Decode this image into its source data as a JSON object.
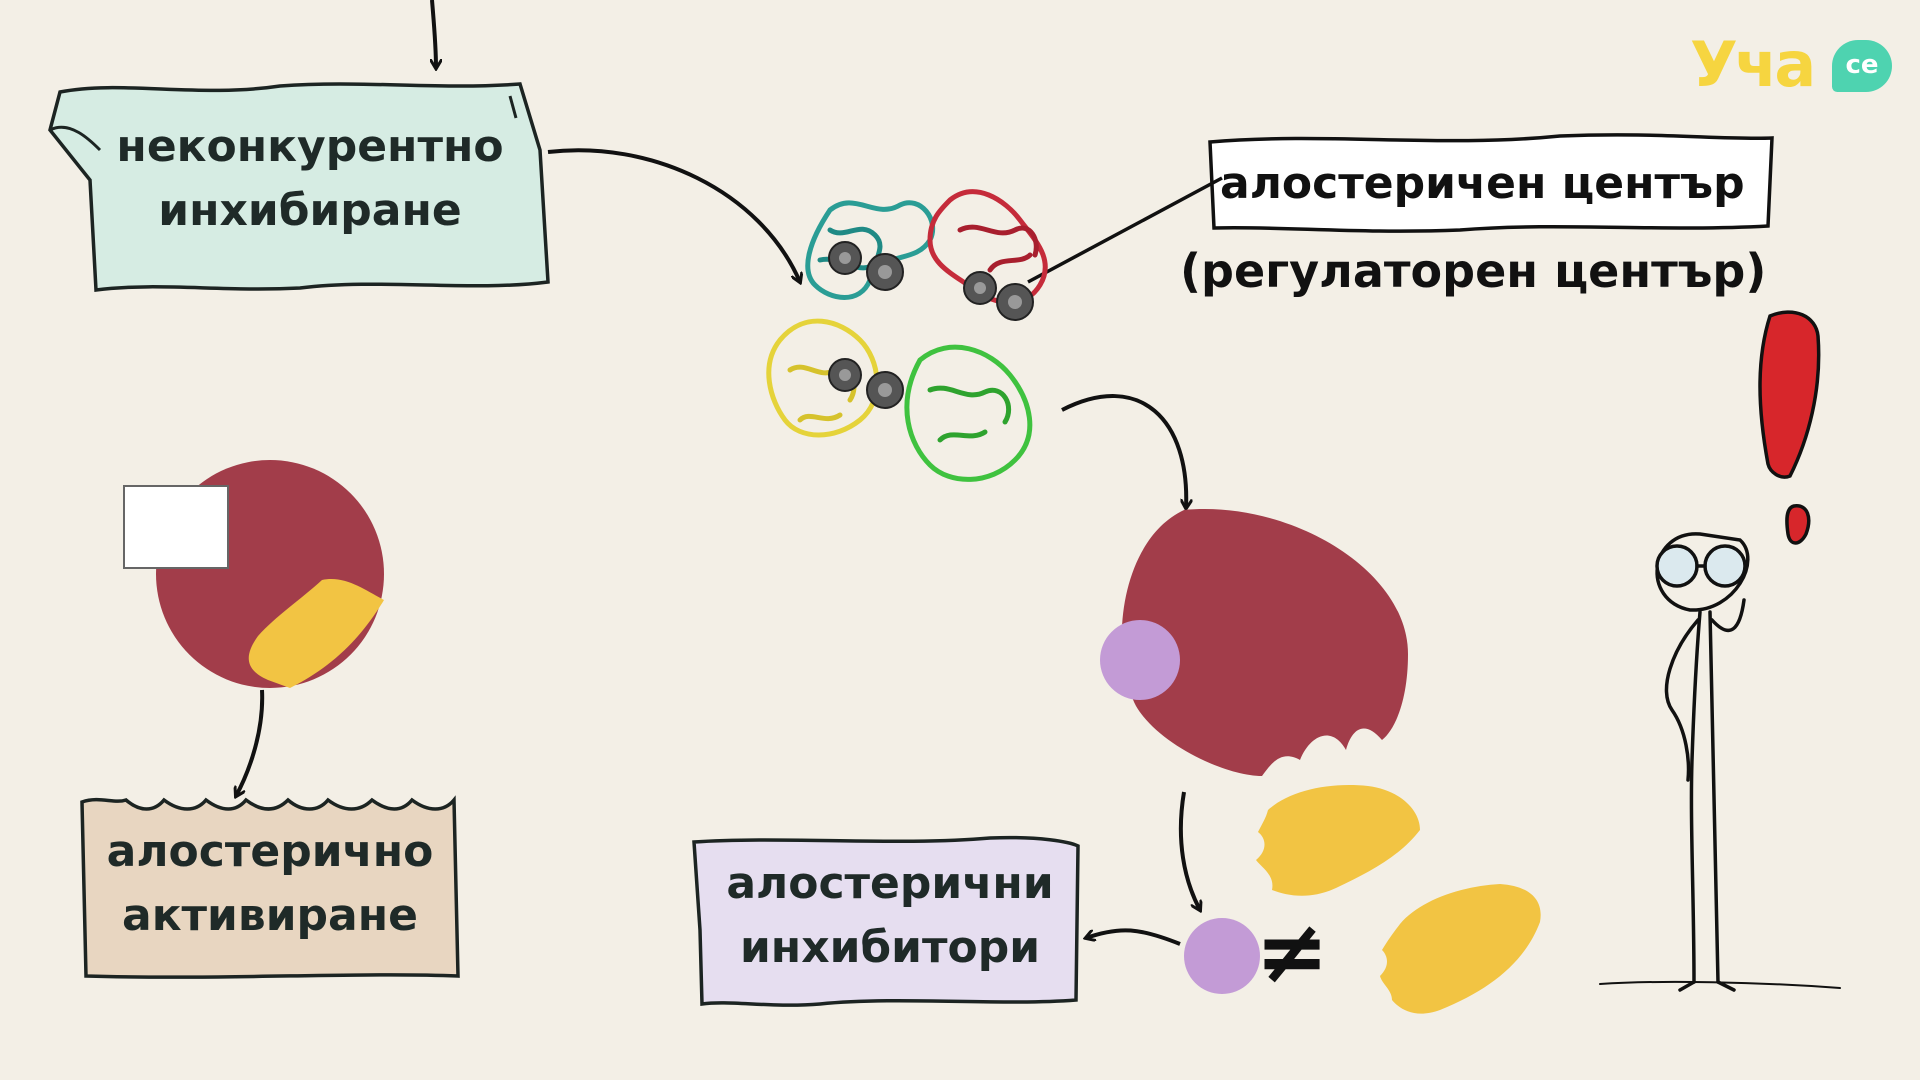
{
  "labels": {
    "noncompetitive": [
      "неконкурентно",
      "инхибиране"
    ],
    "allosteric_center": "алостеричен център",
    "regulatory_center": "(регулаторен център)",
    "allosteric_activation": [
      "алостерично",
      "активиране"
    ],
    "allosteric_inhibitors": [
      "алостерични",
      "инхибитори"
    ]
  },
  "symbols": {
    "not_equal": "≠",
    "exclamation": "!"
  },
  "logo": {
    "text": "Уча",
    "badge": "се"
  },
  "colors": {
    "background": "#f3efe6",
    "enzyme": "#a23d4a",
    "substrate": "#f2c443",
    "inhibitor": "#c39bd6",
    "nonc_box": "#d6ece3",
    "act_box": "#e8d6c1",
    "inh_box": "#e6def0",
    "exclamation": "#d7262b",
    "logo_yellow": "#f6d540",
    "logo_green": "#4ed3b0"
  }
}
